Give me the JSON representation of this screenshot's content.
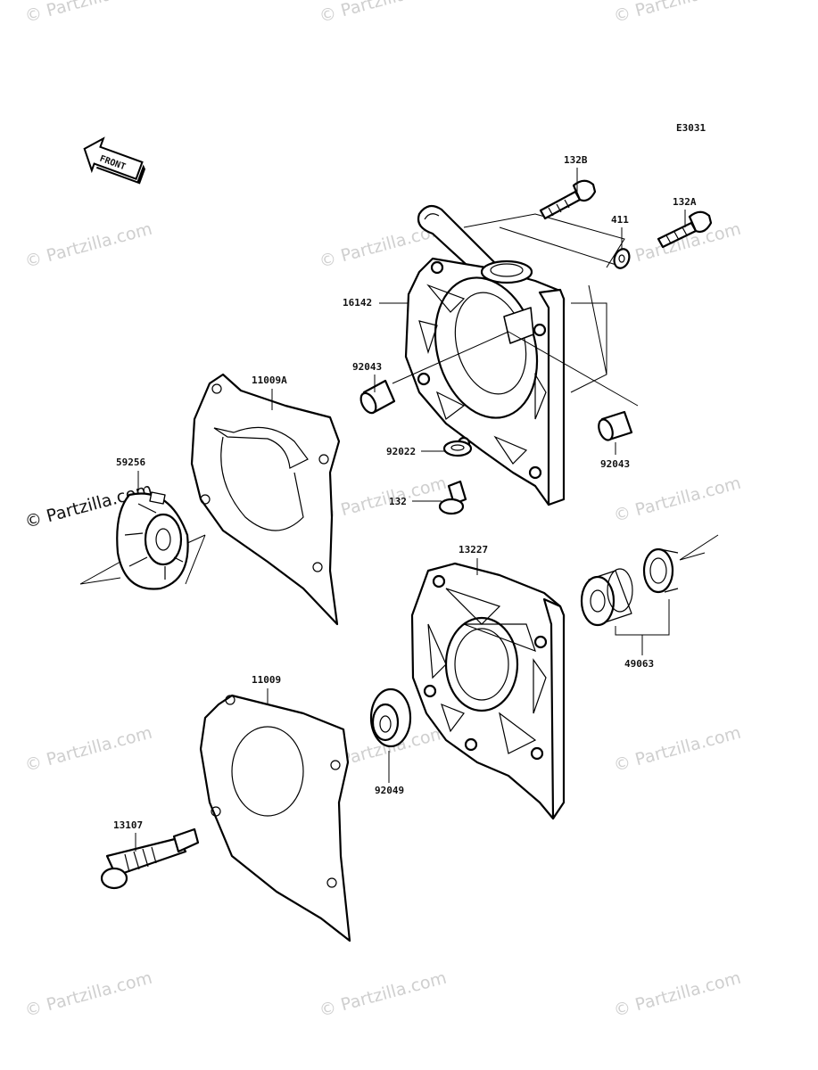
{
  "diagram": {
    "code": "E3031",
    "front_label": "FRONT",
    "watermark": "© Partzilla.com",
    "callouts": {
      "p132B": "132B",
      "p132A": "132A",
      "p411": "411",
      "p16142": "16142",
      "p92043a": "92043",
      "p92043b": "92043",
      "p11009A": "11009A",
      "p92022": "92022",
      "p132": "132",
      "p59256": "59256",
      "p13227": "13227",
      "p49063": "49063",
      "p11009": "11009",
      "p92049": "92049",
      "p13107": "13107"
    }
  }
}
